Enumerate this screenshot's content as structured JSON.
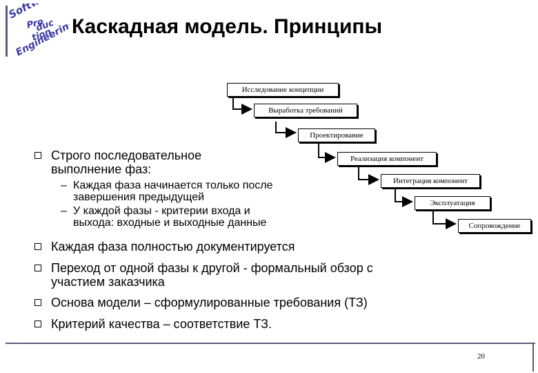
{
  "logo": {
    "words": [
      "Software",
      "Pro",
      "duc",
      "tion",
      "Engineering"
    ]
  },
  "slide": {
    "title": "Каскадная модель. Принципы",
    "page_number": "20"
  },
  "waterfall": {
    "phases": [
      "Исследование концепции",
      "Выработка требований",
      "Проектирование",
      "Реализация компонент",
      "Интеграция компонент",
      "Эксплуатация",
      "Сопровождение"
    ]
  },
  "bullets": [
    {
      "lines": [
        "Строго последовательное",
        "выполнение фаз:"
      ],
      "subitems": [
        {
          "dash": "–",
          "lines": [
            "Каждая фаза начинается только после",
            "завершения предыдущей"
          ]
        },
        {
          "dash": "–",
          "lines": [
            "У каждой фазы - критерии входа и",
            "выхода: входные и выходные данные"
          ]
        }
      ]
    },
    {
      "lines": [
        "Каждая фаза полностью документируется"
      ]
    },
    {
      "lines": [
        "Переход от одной фазы к другой - формальный обзор с",
        "участием заказчика"
      ]
    },
    {
      "lines": [
        "Основа модели – сформулированные требования (ТЗ)"
      ]
    },
    {
      "lines": [
        "Критерий качества – соответствие ТЗ."
      ]
    }
  ],
  "colors": {
    "logo": "#3a3aa8",
    "rule": "#5a5a7a"
  }
}
